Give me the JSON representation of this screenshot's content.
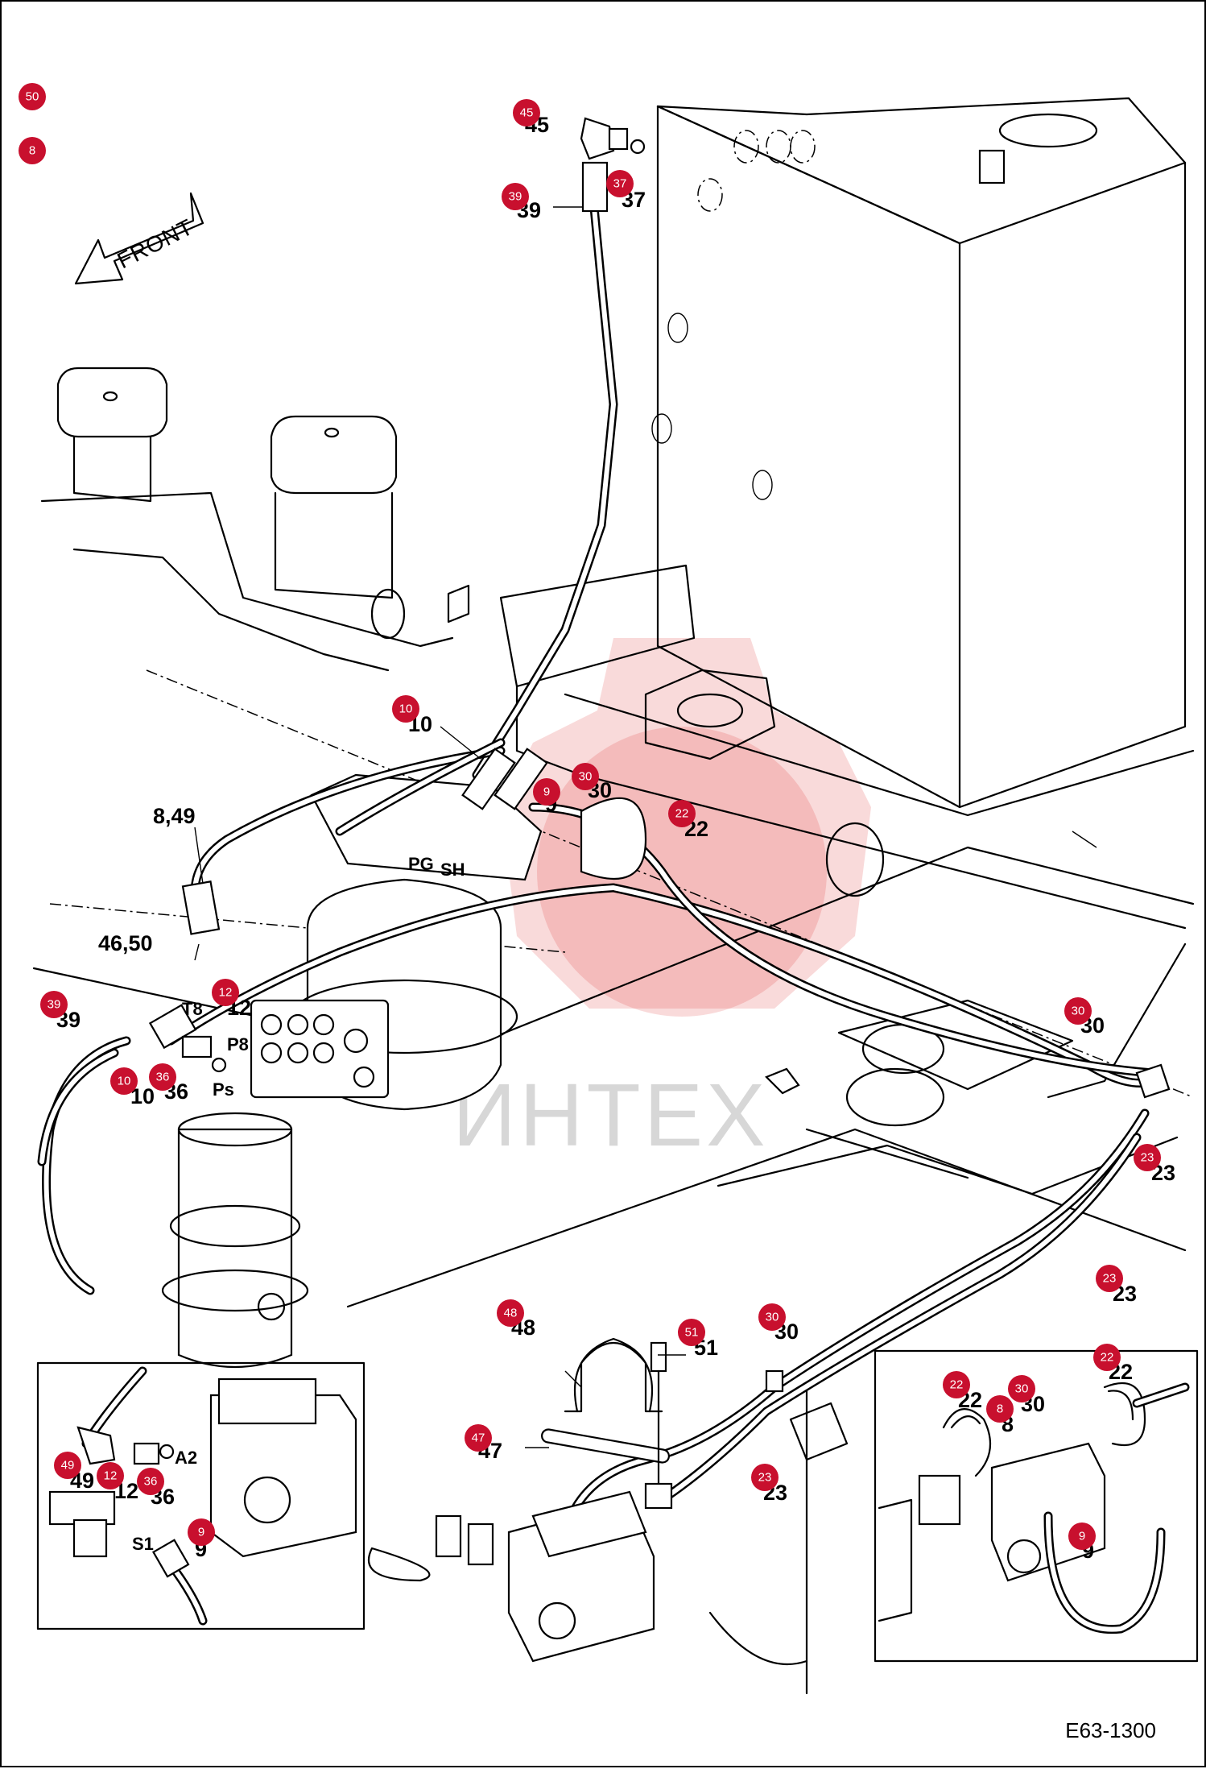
{
  "figure_id": "E63-1300",
  "front_label": "FRONT",
  "watermark": "ИНТЕХ",
  "colors": {
    "badge": "#c8102e",
    "line": "#000000",
    "watermark": "#e03030"
  },
  "callouts": {
    "c45": "45",
    "c37": "37",
    "c39a": "39",
    "c10a": "10",
    "c9a": "9",
    "c30a": "30",
    "c22a": "22",
    "c849": "8,49",
    "c4650": "46,50",
    "c39b": "39",
    "c12a": "12",
    "c10b": "10",
    "c36a": "36",
    "c30b": "30",
    "c23a": "23",
    "c23b": "23",
    "c48": "48",
    "c51": "51",
    "c30c": "30",
    "c47": "47",
    "c23c": "23",
    "c49": "49",
    "c12b": "12",
    "c36b": "36",
    "c9b": "9",
    "c22b": "22",
    "c22c": "22",
    "c8": "8",
    "c30d": "30",
    "c9c": "9"
  },
  "ports": {
    "pg": "PG",
    "sh": "SH",
    "t8": "T8",
    "p8": "P8",
    "ps": "Ps",
    "a2": "A2",
    "s1": "S1"
  },
  "badges": {
    "b50": "50",
    "b8top": "8",
    "b45": "45",
    "b39a": "39",
    "b37": "37",
    "b10a": "10",
    "b9a": "9",
    "b30a": "30",
    "b22a": "22",
    "b39b": "39",
    "b12a": "12",
    "b10b": "10",
    "b36a": "36",
    "b30b": "30",
    "b23a": "23",
    "b23b": "23",
    "b48": "48",
    "b51": "51",
    "b30c": "30",
    "b47": "47",
    "b23c": "23",
    "b49": "49",
    "b12b": "12",
    "b36b": "36",
    "b9b": "9",
    "b22b": "22",
    "b22c": "22",
    "b30d": "30",
    "b8": "8",
    "b9c": "9"
  }
}
